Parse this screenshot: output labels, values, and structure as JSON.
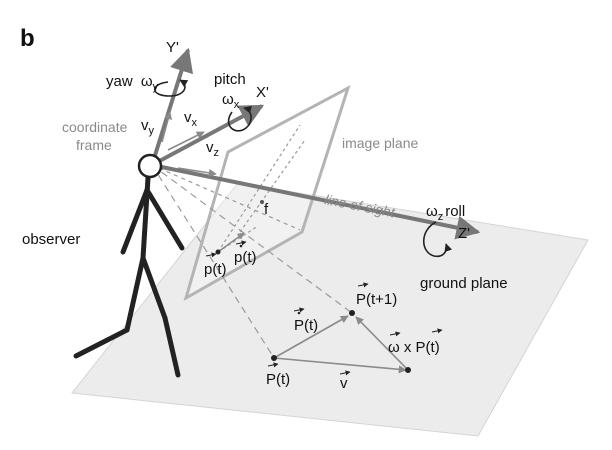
{
  "panel_label": "b",
  "axes": {
    "y": "Y'",
    "x": "X'",
    "z": "Z'"
  },
  "rotations": {
    "yaw": {
      "label": "yaw",
      "symbol": "ω",
      "sub": "y"
    },
    "pitch": {
      "label": "pitch",
      "symbol": "ω",
      "sub": "x"
    },
    "roll": {
      "label": "roll",
      "symbol": "ω",
      "sub": "z"
    }
  },
  "velocities": {
    "vy": {
      "symbol": "v",
      "sub": "y"
    },
    "vx": {
      "symbol": "v",
      "sub": "x"
    },
    "vz": {
      "symbol": "v",
      "sub": "z"
    }
  },
  "labels": {
    "coordinate_frame_1": "coordinate",
    "coordinate_frame_2": "frame",
    "image_plane": "image plane",
    "line_of_sight": "line of sight",
    "ground_plane": "ground plane",
    "observer": "observer",
    "focal": "f"
  },
  "points": {
    "p_t": "p(t)",
    "p_dot_t": "p(t)",
    "P_t1": "P(t+1)",
    "P_dot_t": "P(t)",
    "P_t": "P(t)",
    "v": "v",
    "omega_cross": "ω x P(t)"
  },
  "colors": {
    "dark": "#222222",
    "arrow_gray": "#777777",
    "plane_gray": "#b4b4b4",
    "ground_fill": "#ececec",
    "text_gray": "#8a8a8a"
  }
}
